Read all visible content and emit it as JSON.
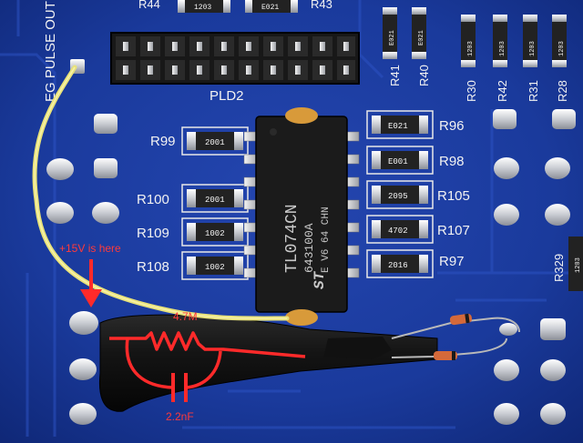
{
  "board": {
    "silkscreen": {
      "pulse_out": "EG PULSE OUT",
      "header": "PLD2",
      "refs": {
        "r44": "R44",
        "r43": "R43",
        "r41": "R41",
        "r40": "R40",
        "r30": "R30",
        "r42": "R42",
        "r31": "R31",
        "r28": "R28",
        "r96": "R96",
        "r98": "R98",
        "r105": "R105",
        "r107": "R107",
        "r97": "R97",
        "r99": "R99",
        "r100": "R100",
        "r109": "R109",
        "r108": "R108",
        "r329": "R329"
      }
    },
    "resistor_codes": {
      "r99": "2001",
      "r100": "2001",
      "r109": "1002",
      "r108": "1002",
      "r96": "E021",
      "r98": "E001",
      "r105": "2095",
      "r107": "4702",
      "r97": "2016",
      "r41": "E021",
      "r40": "E021",
      "r30": "1203",
      "r42": "1203",
      "r31": "1203",
      "r28": "1203",
      "top_left": "1203",
      "top_mid": "E021"
    },
    "chip": {
      "line1": "TL074CN",
      "line2": "643100A",
      "line3": "E V6 64 CHN",
      "logo": "ST"
    }
  },
  "annotations": {
    "supply_note": "+15V is here",
    "resistor_value": "4.7M",
    "capacitor_value": "2.2nF"
  },
  "colors": {
    "pcb": "#1a3a9c",
    "annotation": "#ff2a2a",
    "wire": "#e8e27a",
    "heatshrink": "#151515"
  }
}
